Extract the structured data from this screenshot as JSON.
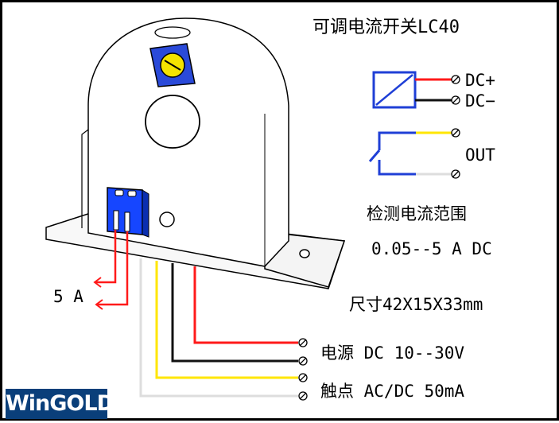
{
  "title": "可调电流开关LC40",
  "terminals": {
    "dc_plus": "DC+",
    "dc_minus": "DC−",
    "out": "OUT"
  },
  "detection": {
    "label": "检测电流范围",
    "range": "0.05--5 A DC"
  },
  "dimensions": "尺寸42X15X33mm",
  "power": "电源 DC 10--30V",
  "contact": "触点 AC/DC 50mA",
  "current_label": "5 A",
  "logo_text": "WinGOLD",
  "colors": {
    "red": "#ff1a1a",
    "black": "#111111",
    "yellow": "#ffe600",
    "white_wire": "#f2f2f2",
    "blue_relay": "#1f3fd6",
    "blue_connector": "#1646ff"
  }
}
